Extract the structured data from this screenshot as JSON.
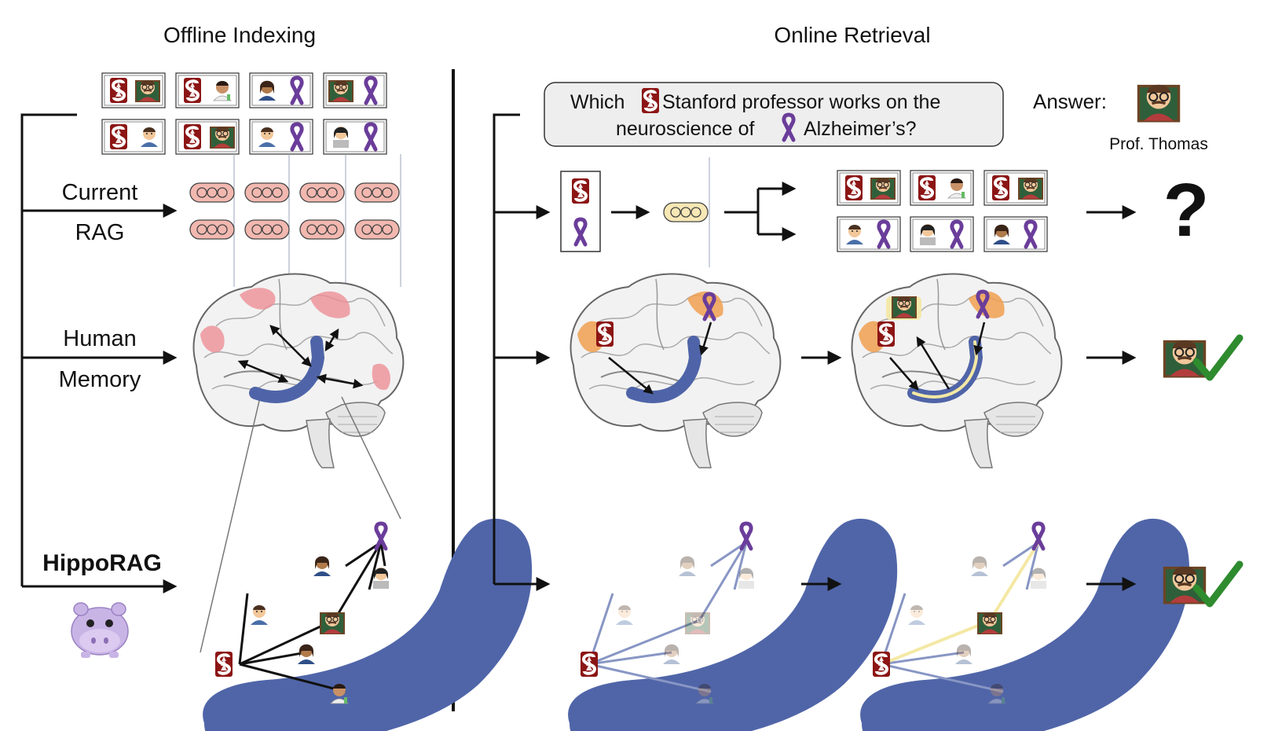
{
  "headers": {
    "offline": "Offline Indexing",
    "online": "Online Retrieval"
  },
  "rows": {
    "current_rag": {
      "line1": "Current",
      "line2": "RAG"
    },
    "human_memory": {
      "line1": "Human",
      "line2": "Memory"
    },
    "hipporag": {
      "label": "HippoRAG"
    }
  },
  "query": {
    "line1_a": "Which",
    "line1_b": "Stanford professor works on the",
    "line2_a": "neuroscience of",
    "line2_b": "Alzheimer’s?"
  },
  "answer": {
    "label": "Answer:",
    "name": "Prof. Thomas"
  },
  "outcomes": {
    "current_rag": "?"
  },
  "colors": {
    "stanford_red": "#8c1515",
    "ribbon_purple": "#6a3d9a",
    "hippocampus_blue": "#4f64a8",
    "embedding_pink": "#f2b8b0",
    "embedding_yellow": "#f7e8b5",
    "brain_region_pink": "#ec8f96",
    "brain_region_orange": "#f0a050",
    "check_green": "#2e8b2e",
    "path_yellow": "#f4e8a4"
  },
  "icons": {
    "stanford": "stanford-logo-icon",
    "ribbon": "alzheimers-ribbon-icon",
    "professor": "professor-icon",
    "hippo": "hippo-icon",
    "check": "checkmark-icon"
  }
}
